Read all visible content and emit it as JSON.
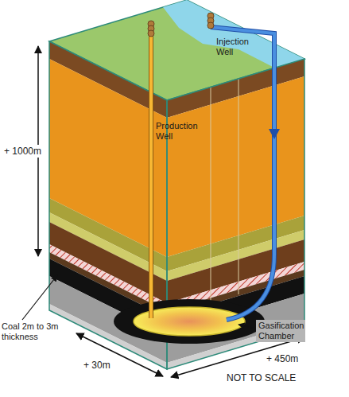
{
  "diagram": {
    "labels": [
      "Injection Well",
      "Production Well",
      "+ 1000m",
      "Gasification Chamber",
      "Coal 2m to 3m thickness",
      "+ 30m",
      "+ 450m",
      "NOT TO SCALE"
    ]
  }
}
